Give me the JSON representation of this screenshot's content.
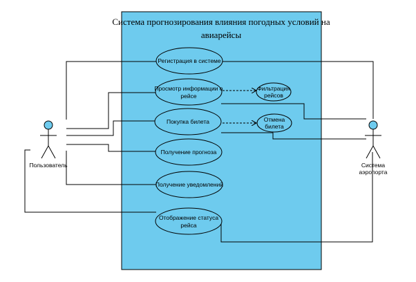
{
  "system": {
    "title_line1": "Система прогнозирования влияния погодных условий на",
    "title_line2": "авиарейсы",
    "fill": "#6ecbee"
  },
  "actors": {
    "user": "Пользователь",
    "airport_line1": "Система",
    "airport_line2": "аэропорта",
    "head_color": "#6ecbee"
  },
  "use_cases": {
    "registration": "Регистрация в системе",
    "view_flight_line1": "Просмотр информации о",
    "view_flight_line2": "рейсе",
    "filter_line1": "Фильтрация",
    "filter_line2": "рейсов",
    "buy_ticket": "Покупка билета",
    "cancel_line1": "Отмена",
    "cancel_line2": "билета",
    "get_forecast": "Получение прогноза",
    "get_notifications": "Получение уведомлений",
    "status_line1": "Отображение статуса",
    "status_line2": "рейса"
  }
}
